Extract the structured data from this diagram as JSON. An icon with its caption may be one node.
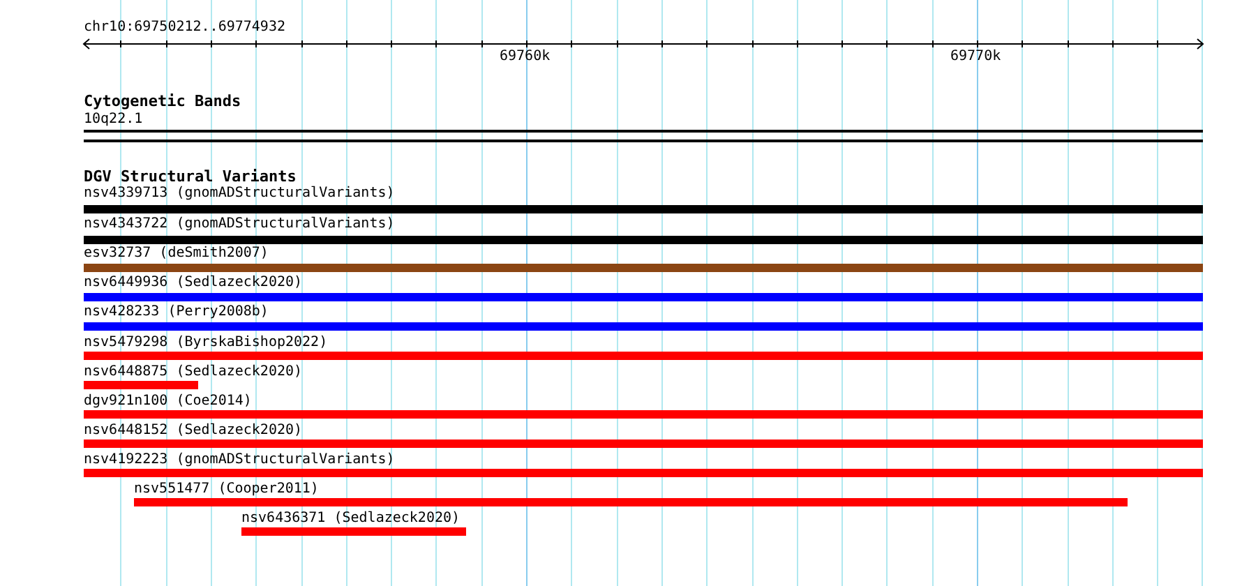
{
  "diagram": {
    "nodes": [
      {
        "text": [
          "10q22.1"
        ]
      },
      {
        "text": [
          "nsv4339713 (gnomADStructuralVariants)"
        ]
      },
      {
        "text": [
          "nsv4343722 (gnomADStructuralVariants)"
        ]
      },
      {
        "text": [
          "esv32737 (deSmith2007)"
        ]
      },
      {
        "text": [
          "nsv6449936 (Sedlazeck2020)"
        ]
      },
      {
        "text": [
          "nsv428233 (Perry2008b)"
        ]
      },
      {
        "text": [
          "nsv5479298 (ByrskaBishop2022)"
        ]
      },
      {
        "text": [
          "nsv6448875 (Sedlazeck2020)"
        ]
      },
      {
        "text": [
          "dgv921n100 (Coe2014)"
        ]
      },
      {
        "text": [
          "nsv6448152 (Sedlazeck2020)"
        ]
      },
      {
        "text": [
          "nsv4192223 (gnomADStructuralVariants)"
        ]
      },
      {
        "text": [
          "nsv551477 (Cooper2011)"
        ]
      },
      {
        "text": [
          "nsv6436371 (Sedlazeck2020)"
        ]
      }
    ],
    "labels": [
      "chr10:69750212..69774932",
      "69760k",
      "69770k",
      "Cytogenetic Bands",
      "DGV Structural Variants"
    ]
  }
}
